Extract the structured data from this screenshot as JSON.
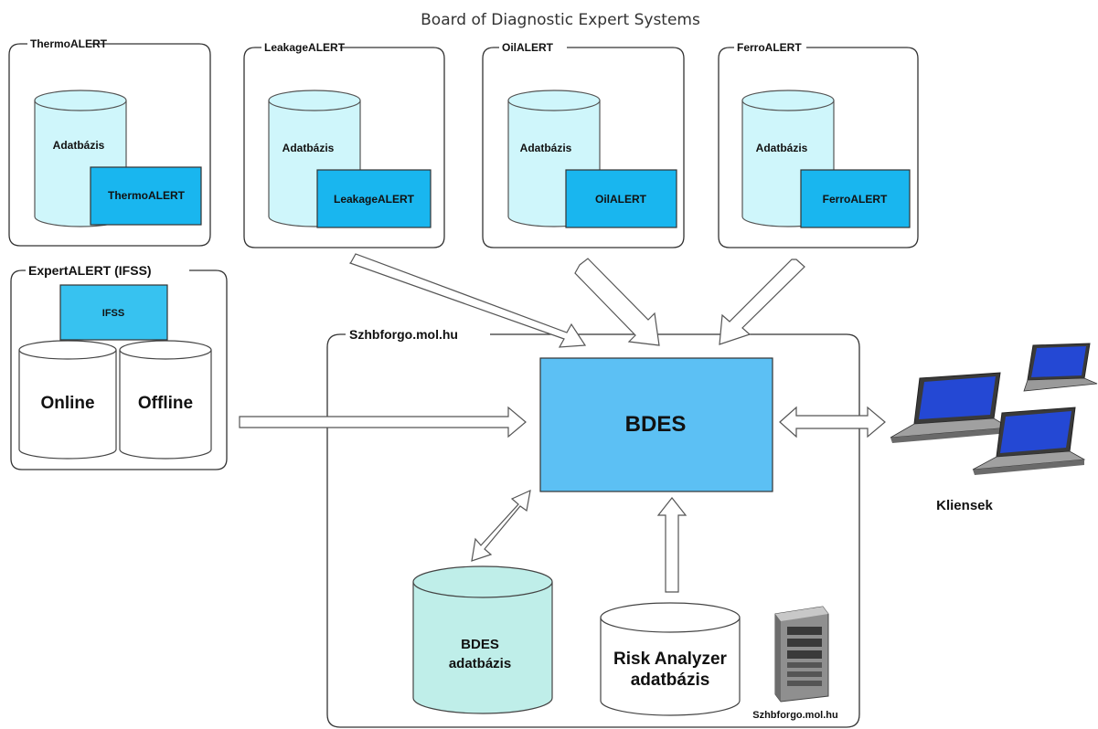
{
  "title": "Board of Diagnostic Expert Systems",
  "modules": [
    {
      "frame_label": "ThermoALERT",
      "db_label": "Adatbázis",
      "app_label": "ThermoALERT"
    },
    {
      "frame_label": "LeakageALERT",
      "db_label": "Adatbázis",
      "app_label": "LeakageALERT"
    },
    {
      "frame_label": "OilALERT",
      "db_label": "Adatbázis",
      "app_label": "OilALERT"
    },
    {
      "frame_label": "FerroALERT",
      "db_label": "Adatbázis",
      "app_label": "FerroALERT"
    }
  ],
  "expert": {
    "frame_label": "ExpertALERT (IFSS)",
    "ifss_label": "IFSS",
    "online_label": "Online",
    "offline_label": "Offline"
  },
  "server": {
    "frame_label": "Szhbforgo.mol.hu",
    "bdes_label": "BDES",
    "bdes_db_line1": "BDES",
    "bdes_db_line2": "adatbázis",
    "risk_db_line1": "Risk Analyzer",
    "risk_db_line2": "adatbázis",
    "server_icon": "server-tower-icon",
    "server_caption": "Szhbforgo.mol.hu"
  },
  "clients": {
    "label": "Kliensek",
    "icon": "laptop-icon"
  },
  "colors": {
    "module_db_fill": "#cff6fb",
    "module_app_fill": "#19b6ef",
    "bdes_fill": "#5cc0f4",
    "bdes_db_fill": "#bfeee9",
    "ifss_fill": "#37c2f0",
    "laptop_screen": "#2448d4"
  }
}
